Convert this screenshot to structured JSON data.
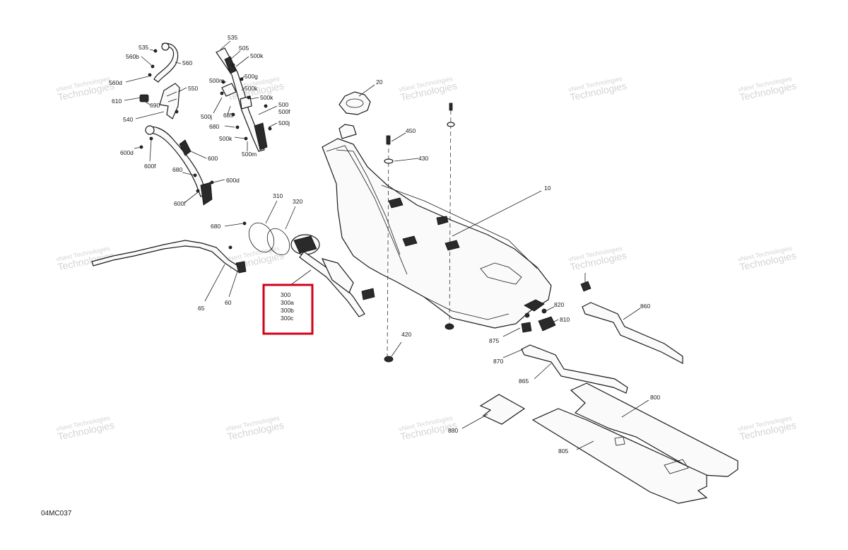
{
  "watermark": {
    "line1": "vNext Technologies",
    "line2": "Technologies"
  },
  "figure_code": "04MC037",
  "highlight_color": "#d0021b",
  "callouts": {
    "c535a": "535",
    "c560b": "560b",
    "c560": "560",
    "c560d": "560d",
    "c550": "550",
    "c610": "610",
    "c690": "690",
    "c540": "540",
    "c600d_a": "600d",
    "c600f_a": "600f",
    "c600": "600",
    "c680_a": "680",
    "c600d_b": "600d",
    "c600f_b": "600f",
    "c535b": "535",
    "c505": "505",
    "c500k_a": "500k",
    "c500g": "500g",
    "c500m_a": "500m",
    "c500k_b": "500k",
    "c500k_c": "500k",
    "c500": "500",
    "c500f": "500f",
    "c685": "685",
    "c500j_a": "500j",
    "c680_b": "680",
    "c500j_b": "500j",
    "c500k_d": "500k",
    "c500m_b": "500m",
    "c20": "20",
    "c450": "450",
    "c430": "430",
    "c10": "10",
    "c310": "310",
    "c320": "320",
    "c680_c": "680",
    "c65": "65",
    "c60": "60",
    "c300": "300",
    "c300a": "300a",
    "c300b": "300b",
    "c300c": "300c",
    "c420": "420",
    "c820": "820",
    "c810": "810",
    "c860": "860",
    "c875": "875",
    "c870": "870",
    "c865": "865",
    "c800": "800",
    "c880": "880",
    "c805": "805"
  }
}
